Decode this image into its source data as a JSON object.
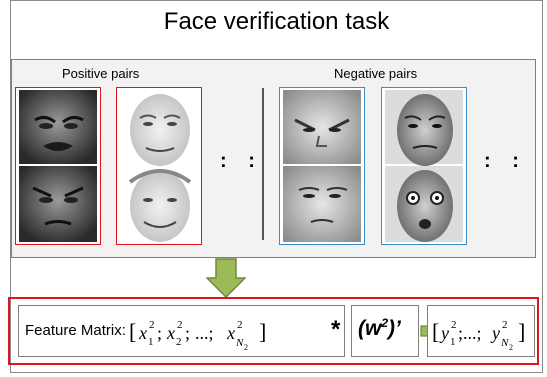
{
  "title": "Face verification task",
  "labels": {
    "positive": "Positive pairs",
    "negative": "Negative pairs"
  },
  "dots": ":  :",
  "formula": {
    "feature_label": "Feature Matrix:",
    "star": "*",
    "weight": "(w",
    "weight_exp": "2",
    "weight_close": ")’"
  },
  "colors": {
    "positive_border": "#e0141e",
    "negative_border": "#3a8cc8",
    "arrow_fill": "#9bbb59",
    "arrow_stroke": "#71893f",
    "feature_border": "#e0141e"
  },
  "icons": [
    "down-arrow-icon",
    "right-arrow-icon"
  ]
}
